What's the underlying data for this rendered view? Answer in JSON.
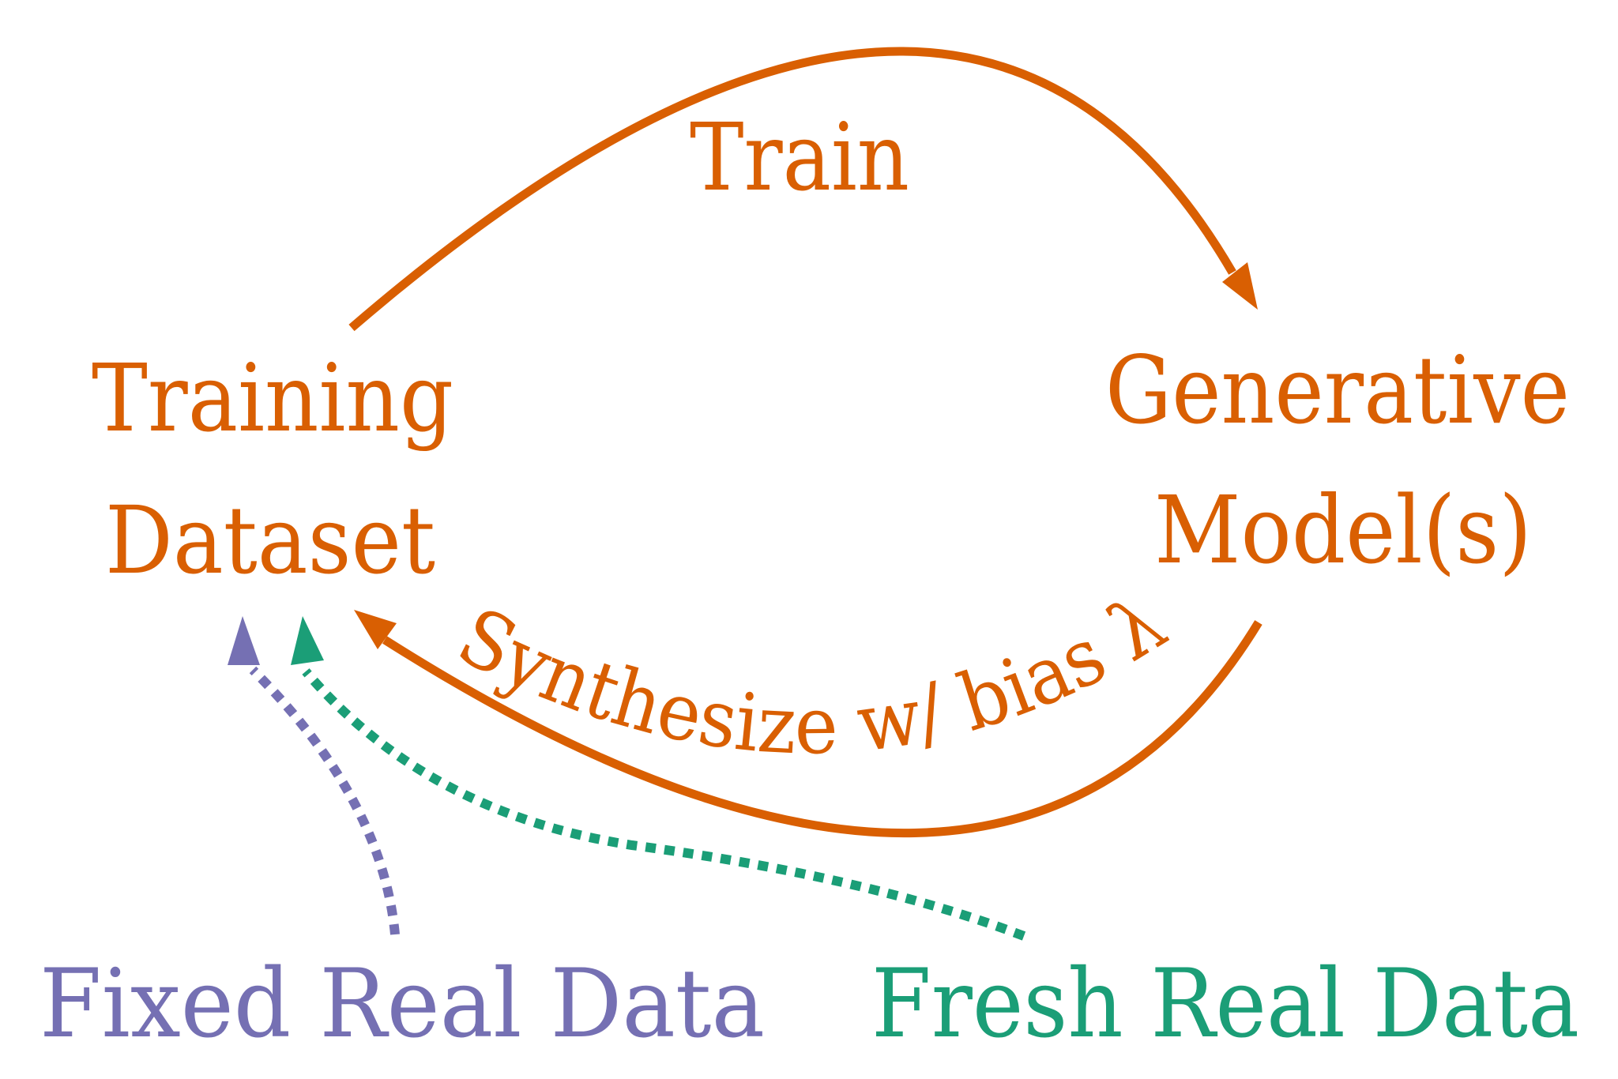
{
  "nodes": {
    "training_dataset": {
      "line1": "Training",
      "line2": "Dataset"
    },
    "generative_model": {
      "line1": "Generative",
      "line2": "Model(s)"
    }
  },
  "edges": {
    "train": {
      "label": "Train"
    },
    "synthesize": {
      "label": "Synthesize w/ bias λ"
    }
  },
  "sources": {
    "fixed": {
      "label": "Fixed Real Data"
    },
    "fresh": {
      "label": "Fresh Real Data"
    }
  },
  "colors": {
    "orange": "#d95f02",
    "purple": "#7570b3",
    "green": "#1b9e77",
    "background": "#ffffff"
  }
}
